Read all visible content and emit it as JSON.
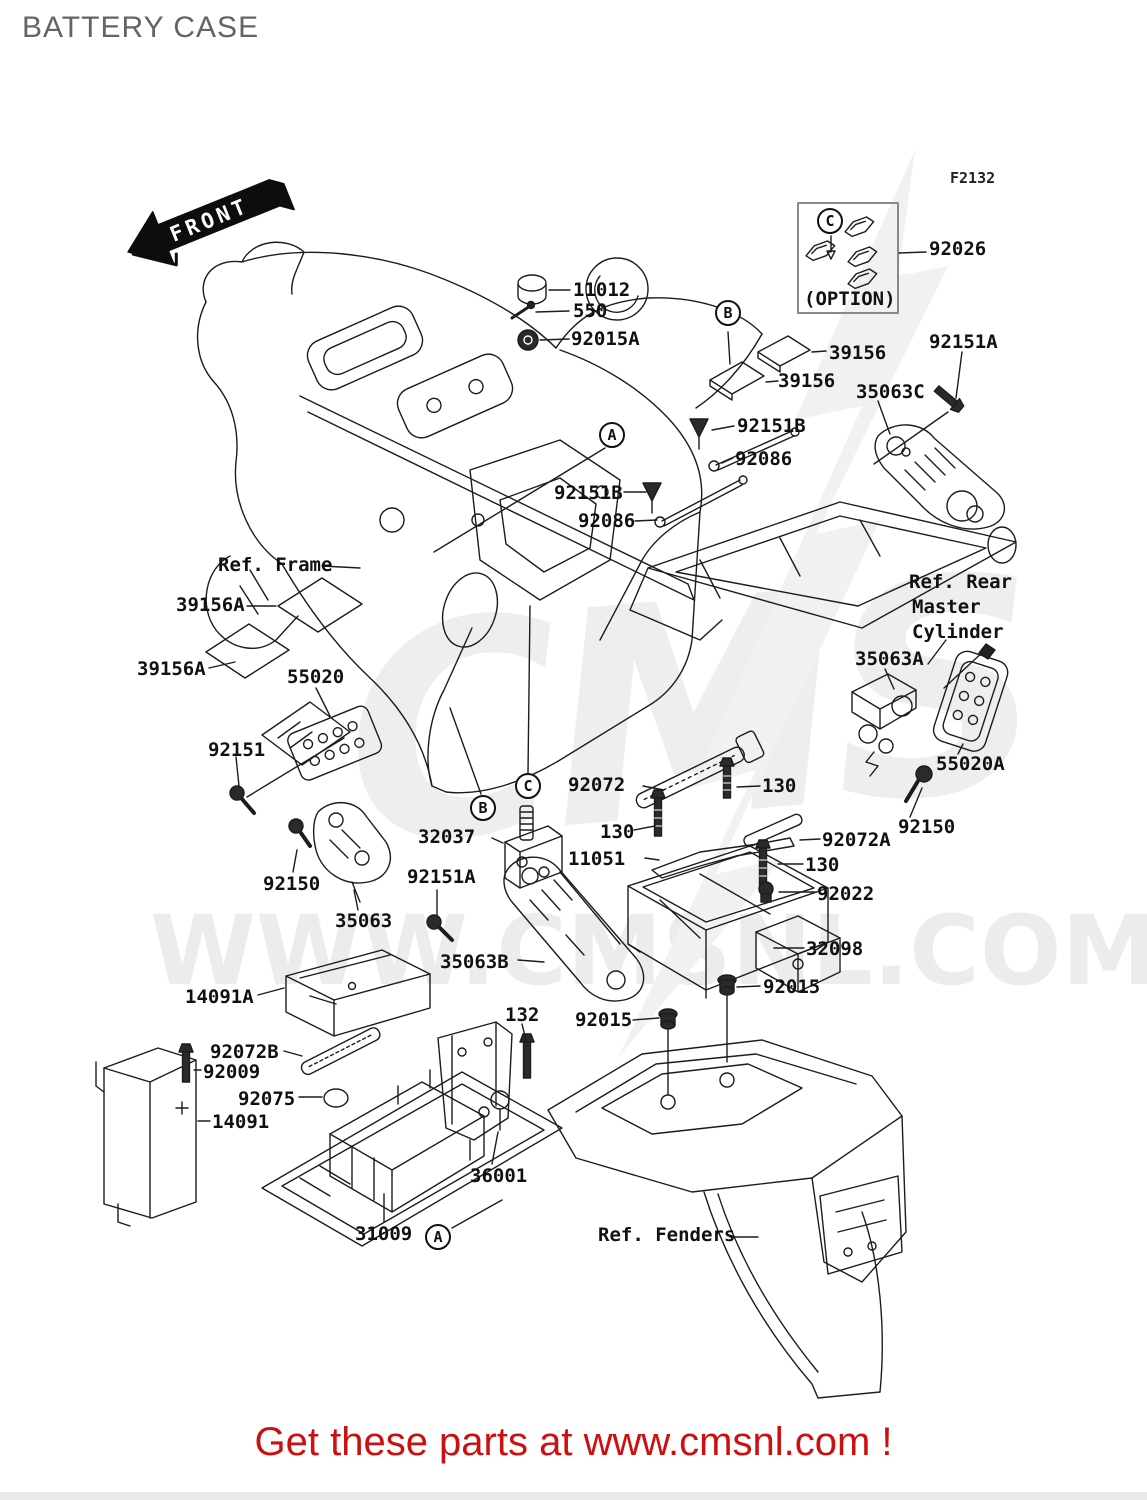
{
  "title": "BATTERY CASE",
  "figure_code": "F2132",
  "front_marker": "FRONT",
  "option_caption": "(OPTION)",
  "watermark": {
    "logo_text": "CMS",
    "site_text": "WWW.CMSNL.COM"
  },
  "footer": {
    "message": "Get these parts at www.cmsnl.com !",
    "color": "#cc0f0f"
  },
  "callouts": [
    "C",
    "B",
    "A",
    "C",
    "B",
    "A"
  ],
  "reference_labels": [
    "Ref. Frame",
    "Ref. Rear",
    "Master",
    "Cylinder",
    "Ref. Fenders"
  ],
  "part_labels": [
    "11012",
    "550",
    "92015A",
    "39156",
    "39156",
    "92151A",
    "35063C",
    "92151B",
    "92086",
    "92151B",
    "92086",
    "39156A",
    "39156A",
    "55020",
    "92151",
    "35063A",
    "55020A",
    "92150",
    "92072",
    "130",
    "32037",
    "130",
    "11051",
    "92072A",
    "130",
    "92022",
    "92151A",
    "92150",
    "35063",
    "35063B",
    "32098",
    "92015",
    "14091A",
    "132",
    "92015",
    "92072B",
    "92009",
    "92075",
    "14091",
    "36001",
    "31009",
    "92026"
  ]
}
